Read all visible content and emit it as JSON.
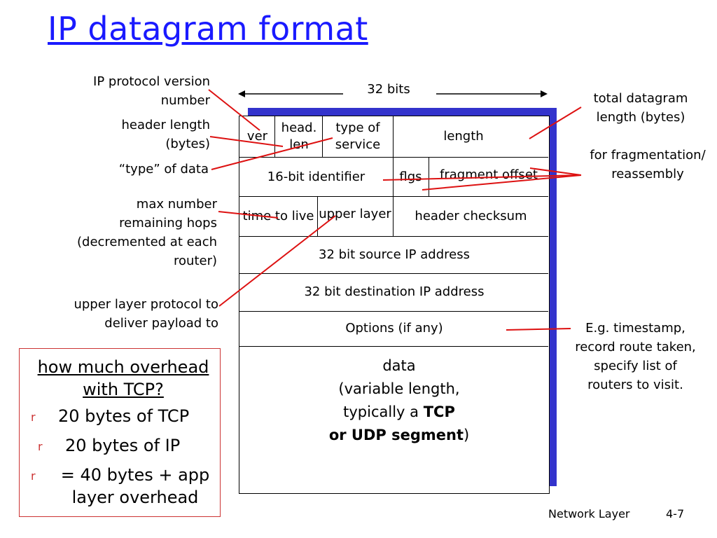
{
  "title": "IP datagram format",
  "bits_label": "32 bits",
  "fields": {
    "ver": "ver",
    "head_len": "head. len",
    "type_of_service": "type of service",
    "length": "length",
    "identifier": "16-bit identifier",
    "flgs": "flgs",
    "fragment_offset": "fragment offset",
    "ttl": "time to live",
    "upper_layer": "upper layer",
    "header_checksum": "header checksum",
    "source_ip": "32 bit source IP address",
    "dest_ip": "32 bit destination IP address",
    "options": "Options (if any)",
    "data_line1": "data",
    "data_line2": "(variable length,",
    "data_line3_pre": "typically a ",
    "data_line3_bold": "TCP",
    "data_line4_bold": "or UDP segment",
    "data_line4_post": ")"
  },
  "annotations": {
    "version": "IP protocol version number",
    "header_length": "header length (bytes)",
    "type_of_data": "“type” of data",
    "max_hops": "max number remaining hops (decremented at each router)",
    "upper_protocol": "upper layer protocol to deliver payload to",
    "total_length": "total datagram length (bytes)",
    "fragmentation": "for fragmentation/ reassembly",
    "options_example": "E.g. timestamp, record route taken, specify list of routers to visit."
  },
  "overhead_box": {
    "question": "how much overhead with TCP?",
    "bullet_glyph": "r",
    "items": [
      "20 bytes of TCP",
      "20 bytes of IP",
      "= 40 bytes + app layer overhead"
    ]
  },
  "footer": {
    "section": "Network Layer",
    "page": "4-7"
  },
  "colors": {
    "title": "#1a1aff",
    "shadow": "#3333cc",
    "pointer_lines": "#dd1111",
    "box_border": "#cc3333"
  }
}
